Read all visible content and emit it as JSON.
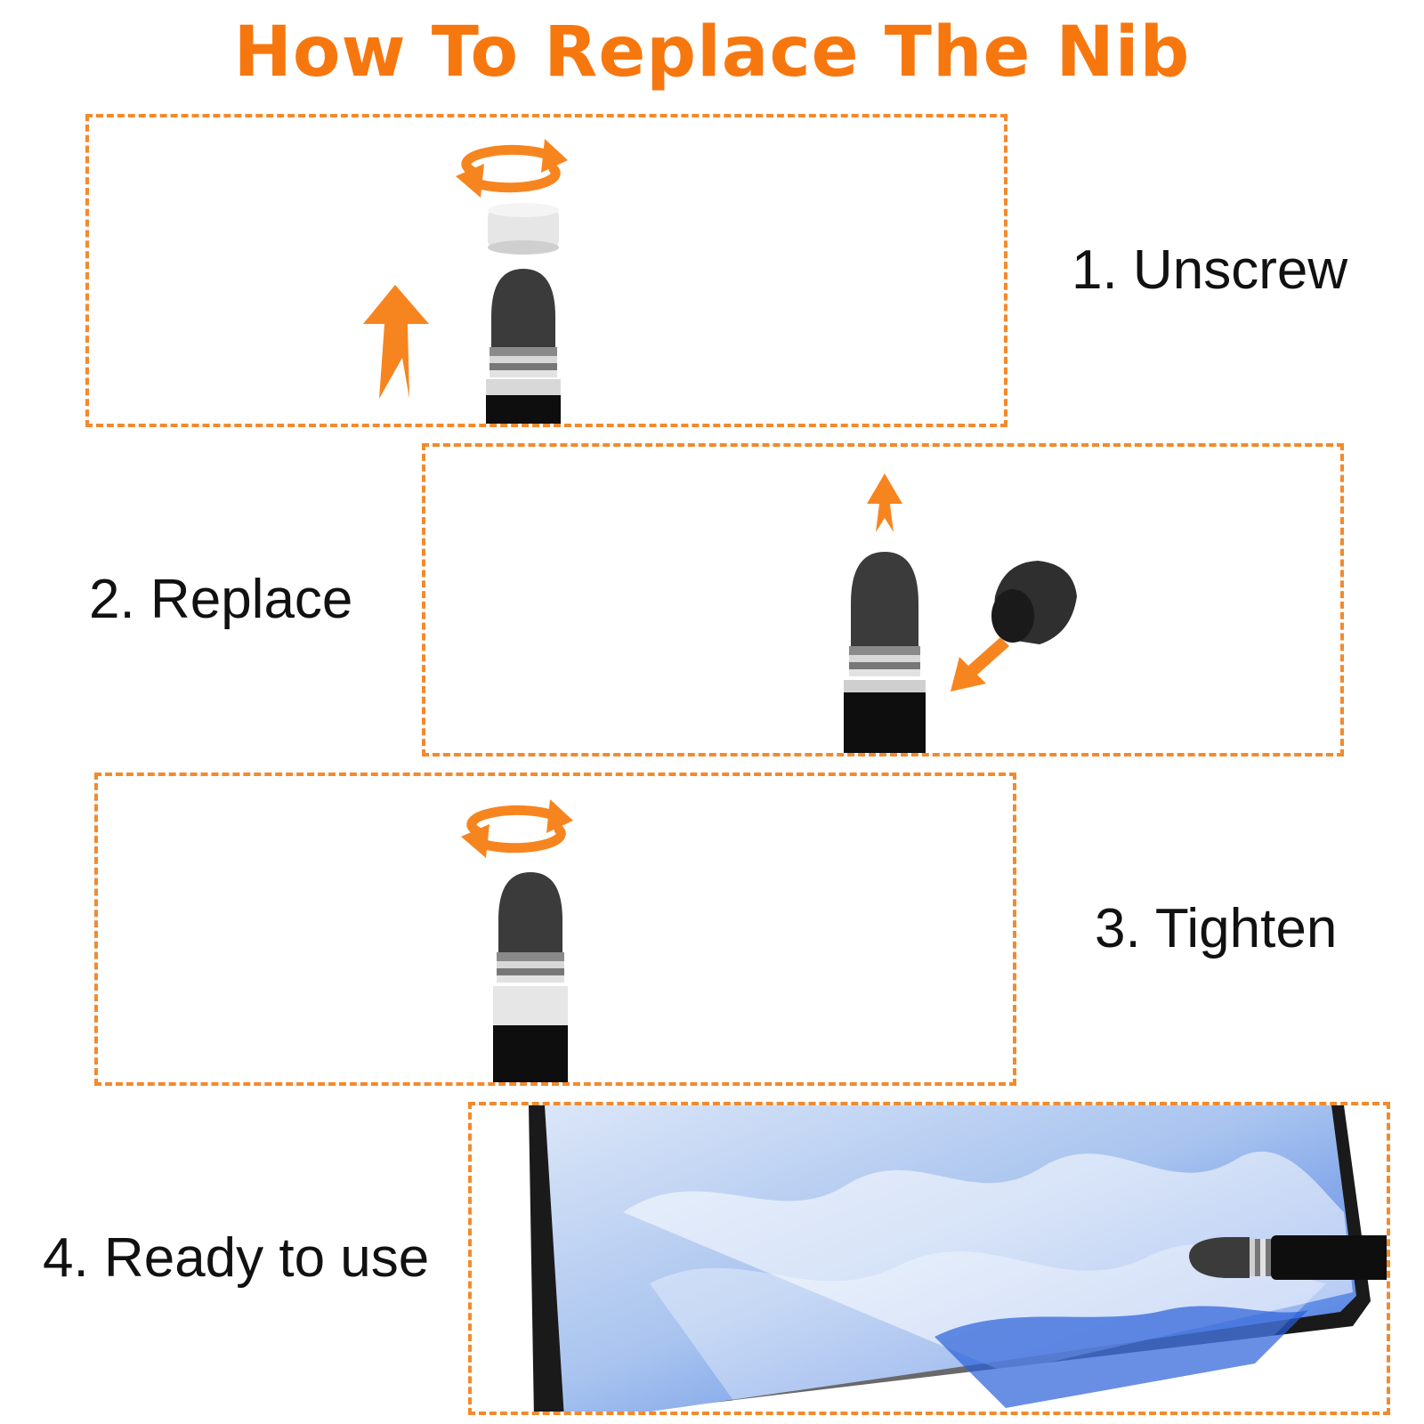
{
  "title": "How To Replace The Nib",
  "accent_color": "#f7770f",
  "border_color": "#f28a2e",
  "steps": [
    {
      "label": "1. Unscrew"
    },
    {
      "label": "2. Replace"
    },
    {
      "label": "3. Tighten"
    },
    {
      "label": "4. Ready to use"
    }
  ],
  "icons": [
    "rotate-arrows-icon",
    "up-arrow-icon",
    "diagonal-arrow-icon",
    "stylus-tip-icon",
    "tablet-icon"
  ]
}
